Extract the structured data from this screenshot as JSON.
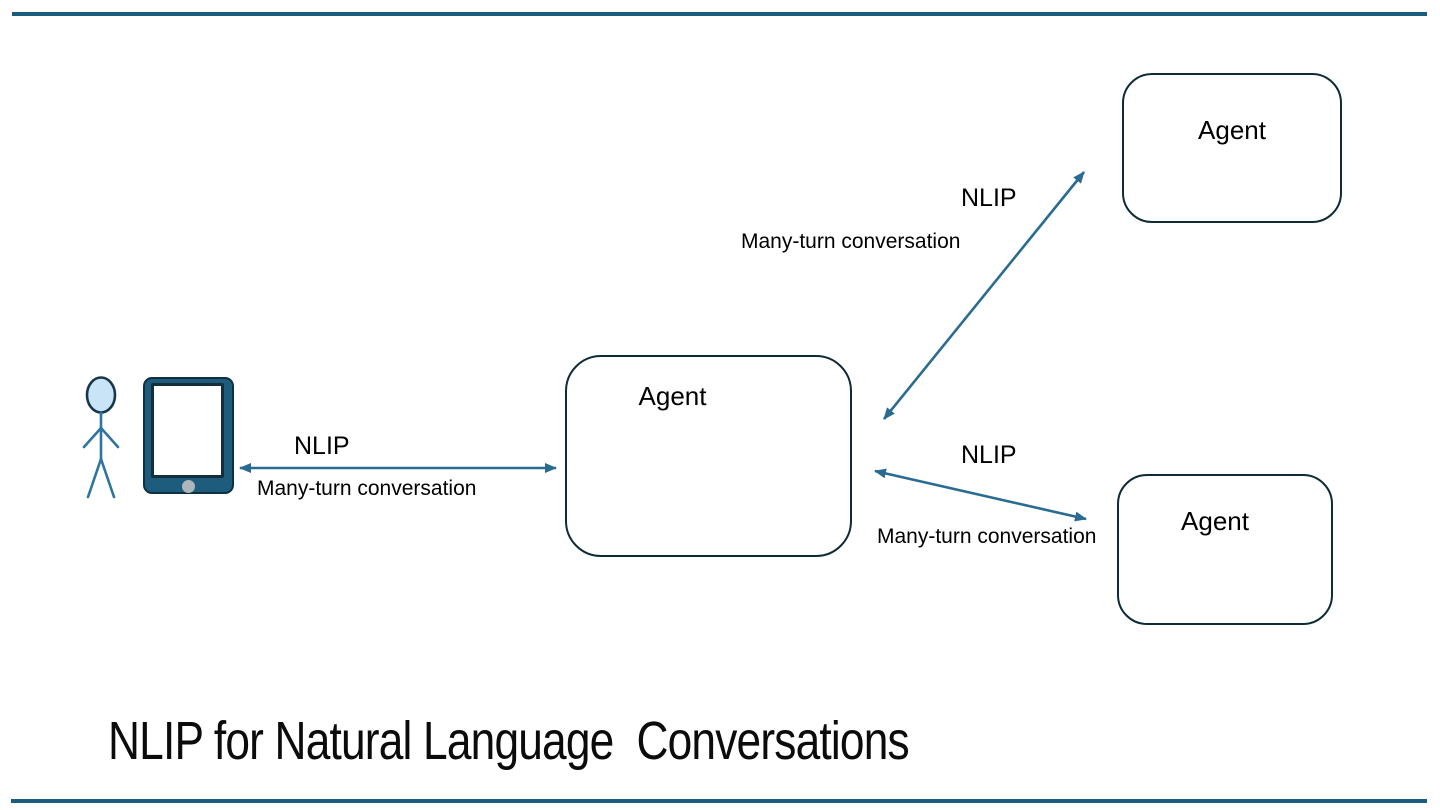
{
  "title": "NLIP for Natural Language  Conversations",
  "nodes": {
    "center": {
      "label": "Agent"
    },
    "top_right": {
      "label": "Agent"
    },
    "bottom_right": {
      "label": "Agent"
    }
  },
  "links": [
    {
      "id": "user-to-center-agent",
      "protocol": "NLIP",
      "description": "Many-turn conversation"
    },
    {
      "id": "center-agent-to-top-right-agent",
      "protocol": "NLIP",
      "description": "Many-turn conversation"
    },
    {
      "id": "center-agent-to-bottom-right-agent",
      "protocol": "NLIP",
      "description": "Many-turn conversation"
    }
  ],
  "icons": {
    "user": "person-icon",
    "device": "tablet-icon"
  },
  "colors": {
    "rule": "#1D5B7E",
    "arrow": "#2A6B91",
    "box_border": "#0E2B38",
    "figure_stroke": "#2E74A1",
    "head_fill": "#C9E4F6",
    "tablet_body": "#1E5C7E",
    "tablet_frame": "#10303F",
    "screen_border": "#132F3D",
    "home_button": "#AEB6BC",
    "text": "#000000"
  }
}
